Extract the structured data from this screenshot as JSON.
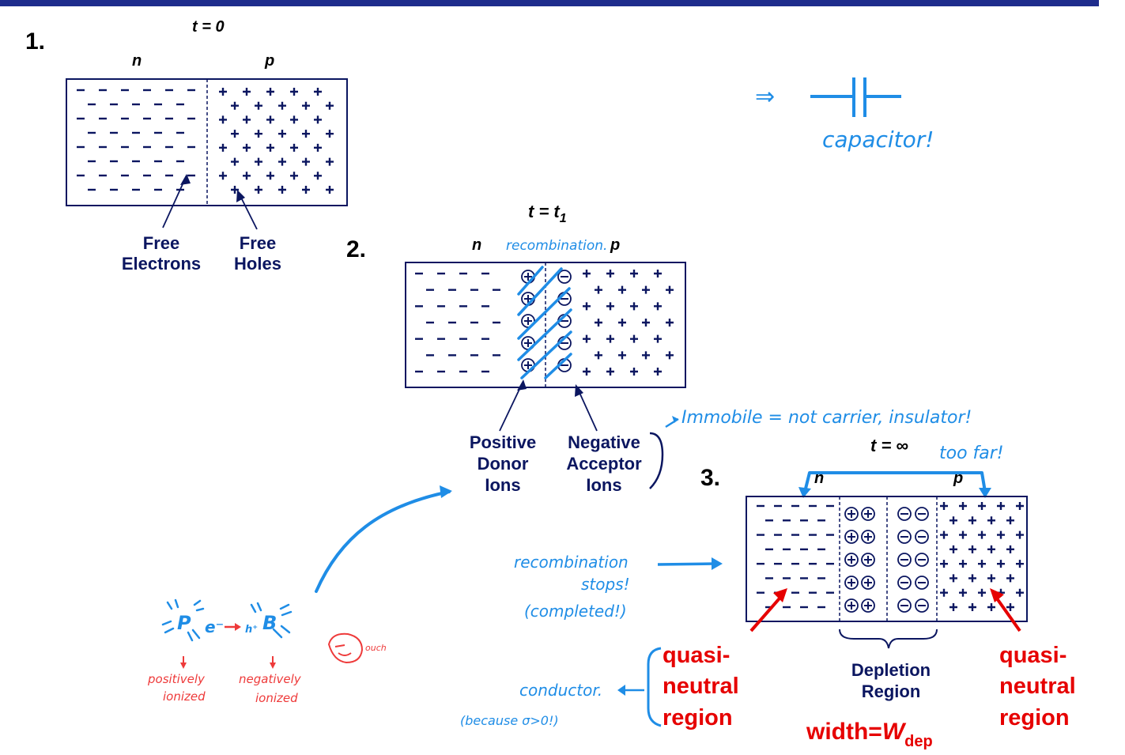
{
  "colors": {
    "top_bar": "#1e2c8c",
    "navy": "#0b1660",
    "blue_ink": "#1f8de6",
    "red": "#e60000",
    "pink_ink": "#ee3a3a",
    "black": "#000000"
  },
  "panel1": {
    "number": "1.",
    "time": "t = 0",
    "n": "n",
    "p": "p",
    "label_electrons": [
      "Free",
      "Electrons"
    ],
    "label_holes": [
      "Free",
      "Holes"
    ]
  },
  "panel2": {
    "number": "2.",
    "time": "t = t",
    "time_sub": "1",
    "n": "n",
    "p": "p",
    "note_recomb": "recombination.",
    "label_donor": [
      "Positive",
      "Donor",
      "Ions"
    ],
    "label_acceptor": [
      "Negative",
      "Acceptor",
      "Ions"
    ]
  },
  "panel3": {
    "number": "3.",
    "time": "t = ∞",
    "n": "n",
    "p": "p",
    "depletion": [
      "Depletion",
      "Region"
    ],
    "qn_left": [
      "quasi-",
      "neutral",
      "region"
    ],
    "qn_right": [
      "quasi-",
      "neutral",
      "region"
    ],
    "width_prefix": "width=",
    "width_var": "W",
    "width_sub": "dep"
  },
  "handwriting": {
    "capacitor_arrow": "⇒",
    "capacitor": "capacitor!",
    "immobile": "Immobile = not carrier, insulator!",
    "too_far": "too far!",
    "recomb_stops": [
      "recombination",
      "stops!",
      "(completed!)"
    ],
    "conductor": "conductor.",
    "because": "(because σ>0!)",
    "P": "P",
    "e": "e⁻",
    "B": "B",
    "h": "h⁺",
    "pos_ionized": [
      "positively",
      "ionized"
    ],
    "neg_ionized": [
      "negatively",
      "ionized"
    ],
    "ouch": "ouch"
  }
}
